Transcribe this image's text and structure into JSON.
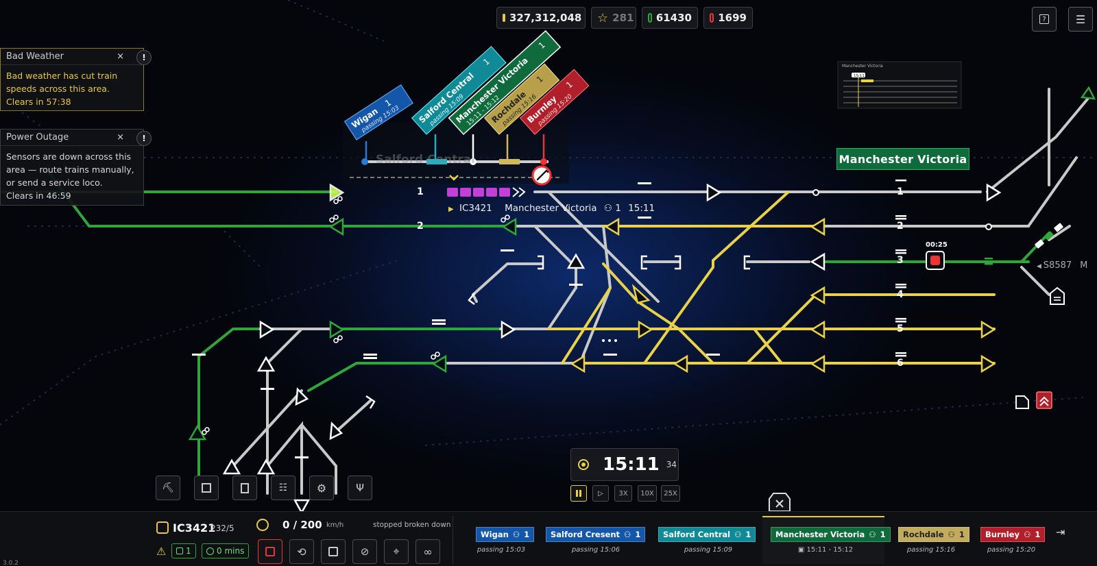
{
  "hud": {
    "money": "327,312,048",
    "stars": "281",
    "trains_ok": "61430",
    "trains_bad": "1699"
  },
  "notices": [
    {
      "title": "Bad Weather",
      "close": "×",
      "alert": "!",
      "body": "Bad weather has cut train speeds across this area.",
      "clears": "Clears in 57:38",
      "color": "#e8c84a"
    },
    {
      "title": "Power Outage",
      "close": "×",
      "alert": "!",
      "body": "Sensors are down across this area — route trains manually, or send a service loco.",
      "clears": "Clears in 46:59",
      "color": "#d8d8d8"
    }
  ],
  "minimap": {
    "title": "Manchester Victoria",
    "time": "15:11"
  },
  "station_label": "Manchester Victoria",
  "flags": [
    {
      "name": "Wigan",
      "count": "1",
      "time": "passing 15:03",
      "color": "#1457a8"
    },
    {
      "name": "Salford Central",
      "count": "1",
      "time": "passing 15:09",
      "color": "#0f8a96"
    },
    {
      "name": "Manchester Victoria",
      "count": "1",
      "time": "15:11 - 15:12",
      "color": "#0f6b3b"
    },
    {
      "name": "Rochdale",
      "count": "1",
      "time": "passing 15:16",
      "color": "#b8a04a"
    },
    {
      "name": "Burnley",
      "count": "1",
      "time": "passing 15:20",
      "color": "#b01f2a"
    }
  ],
  "ghost_label": "Salford Central",
  "train_tag": {
    "id": "IC3421",
    "dest": "Manchester Victoria",
    "count": "1",
    "time": "15:11"
  },
  "tracks": [
    "1",
    "2",
    "3",
    "4",
    "5",
    "6"
  ],
  "timer": {
    "label": "00:25"
  },
  "far_train": "S8587",
  "far_letter": "M",
  "clock": {
    "time": "15:11",
    "seconds": "34"
  },
  "speeds": [
    "3X",
    "10X",
    "25X"
  ],
  "selected_train": {
    "id": "IC3421",
    "consist": "232/5",
    "speed": "0 / 200",
    "unit": "km/h",
    "status": "stopped broken down",
    "count": "1",
    "delay": "0 mins"
  },
  "stops": [
    {
      "name": "Wigan",
      "count": "1",
      "time": "passing 15:03",
      "color": "#1457a8"
    },
    {
      "name": "Salford Cresent",
      "count": "1",
      "time": "passing 15:06",
      "color": "#1457a8"
    },
    {
      "name": "Salford Central",
      "count": "1",
      "time": "passing 15:09",
      "color": "#0f8a96"
    },
    {
      "name": "Manchester Victoria",
      "count": "1",
      "time": "15:11 - 15:12",
      "color": "#0f6b3b"
    },
    {
      "name": "Rochdale",
      "count": "1",
      "time": "passing 15:16",
      "color": "#c2ab5c"
    },
    {
      "name": "Burnley",
      "count": "1",
      "time": "passing 15:20",
      "color": "#b01f2a"
    }
  ],
  "version": "3.0.2"
}
